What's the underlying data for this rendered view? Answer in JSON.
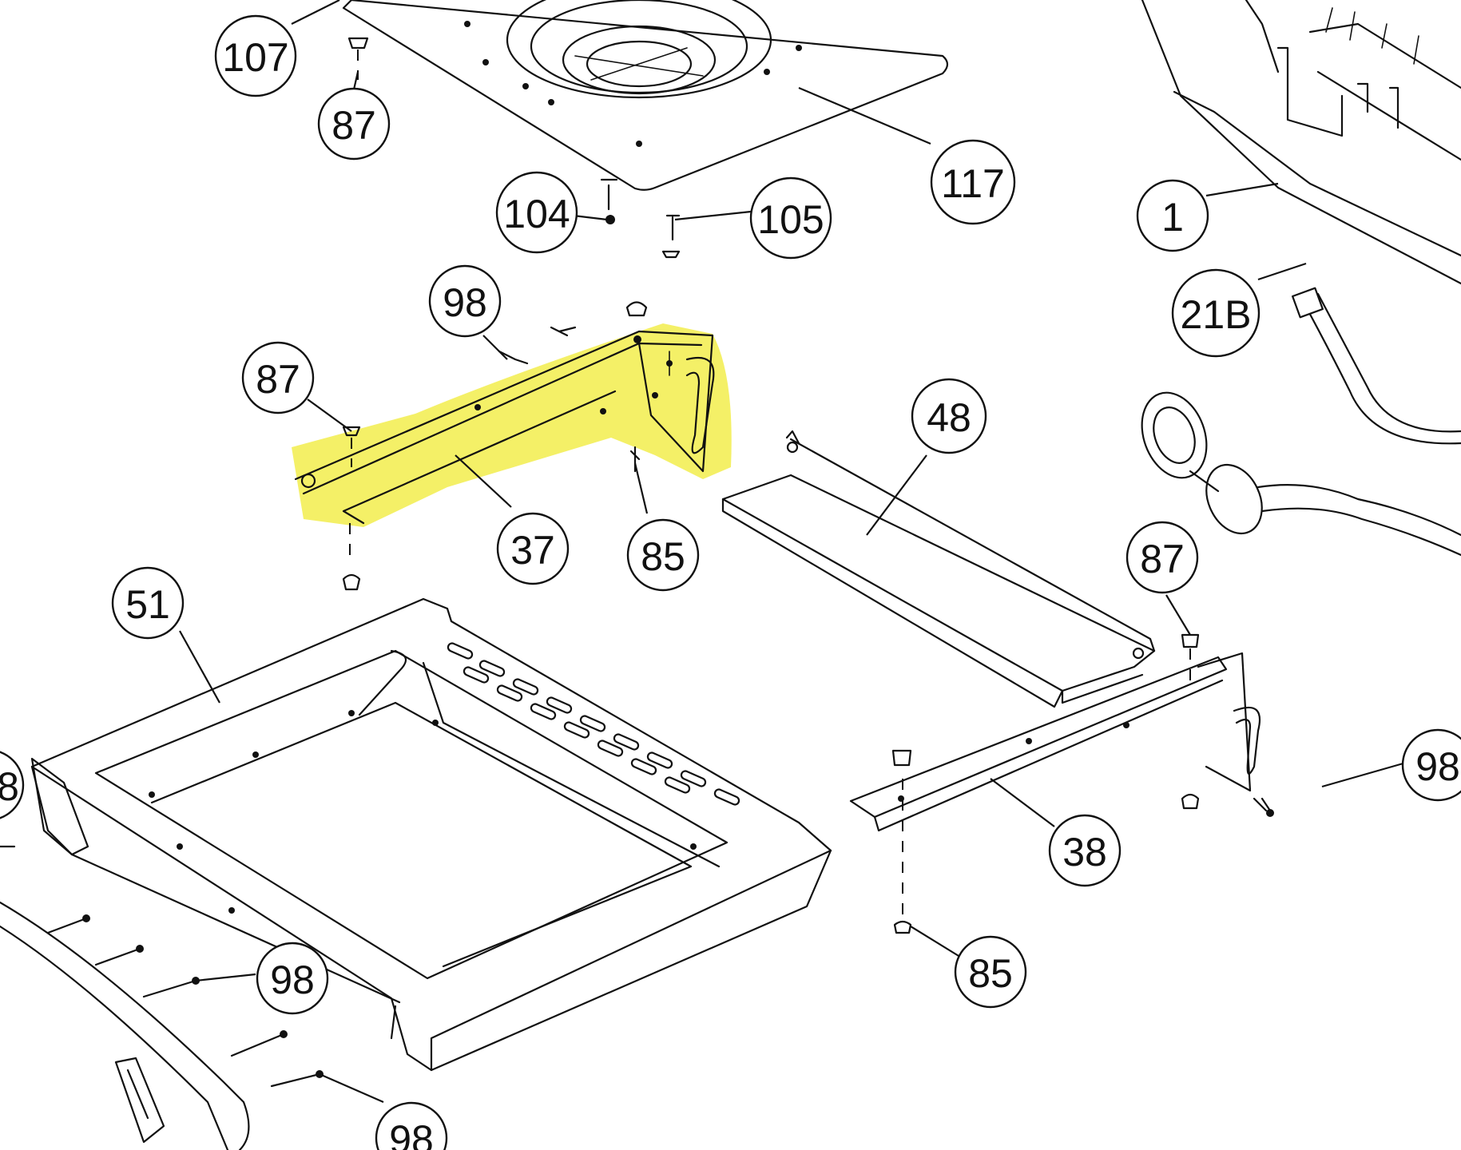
{
  "highlight_color": "#f3ef5a",
  "line_color": "#111111",
  "callouts": [
    {
      "id": "c-107",
      "label": "107"
    },
    {
      "id": "c-87-top",
      "label": "87"
    },
    {
      "id": "c-117",
      "label": "117"
    },
    {
      "id": "c-104",
      "label": "104"
    },
    {
      "id": "c-105",
      "label": "105"
    },
    {
      "id": "c-1",
      "label": "1"
    },
    {
      "id": "c-21b",
      "label": "21B"
    },
    {
      "id": "c-98-upper",
      "label": "98"
    },
    {
      "id": "c-87-left",
      "label": "87"
    },
    {
      "id": "c-48",
      "label": "48"
    },
    {
      "id": "c-37",
      "label": "37"
    },
    {
      "id": "c-85-upper",
      "label": "85"
    },
    {
      "id": "c-51",
      "label": "51"
    },
    {
      "id": "c-87-right",
      "label": "87"
    },
    {
      "id": "c-98-right",
      "label": "98"
    },
    {
      "id": "c-8-left",
      "label": "8"
    },
    {
      "id": "c-38",
      "label": "38"
    },
    {
      "id": "c-98-lower",
      "label": "98"
    },
    {
      "id": "c-85-lower",
      "label": "85"
    },
    {
      "id": "c-98-bottom",
      "label": "98"
    }
  ]
}
